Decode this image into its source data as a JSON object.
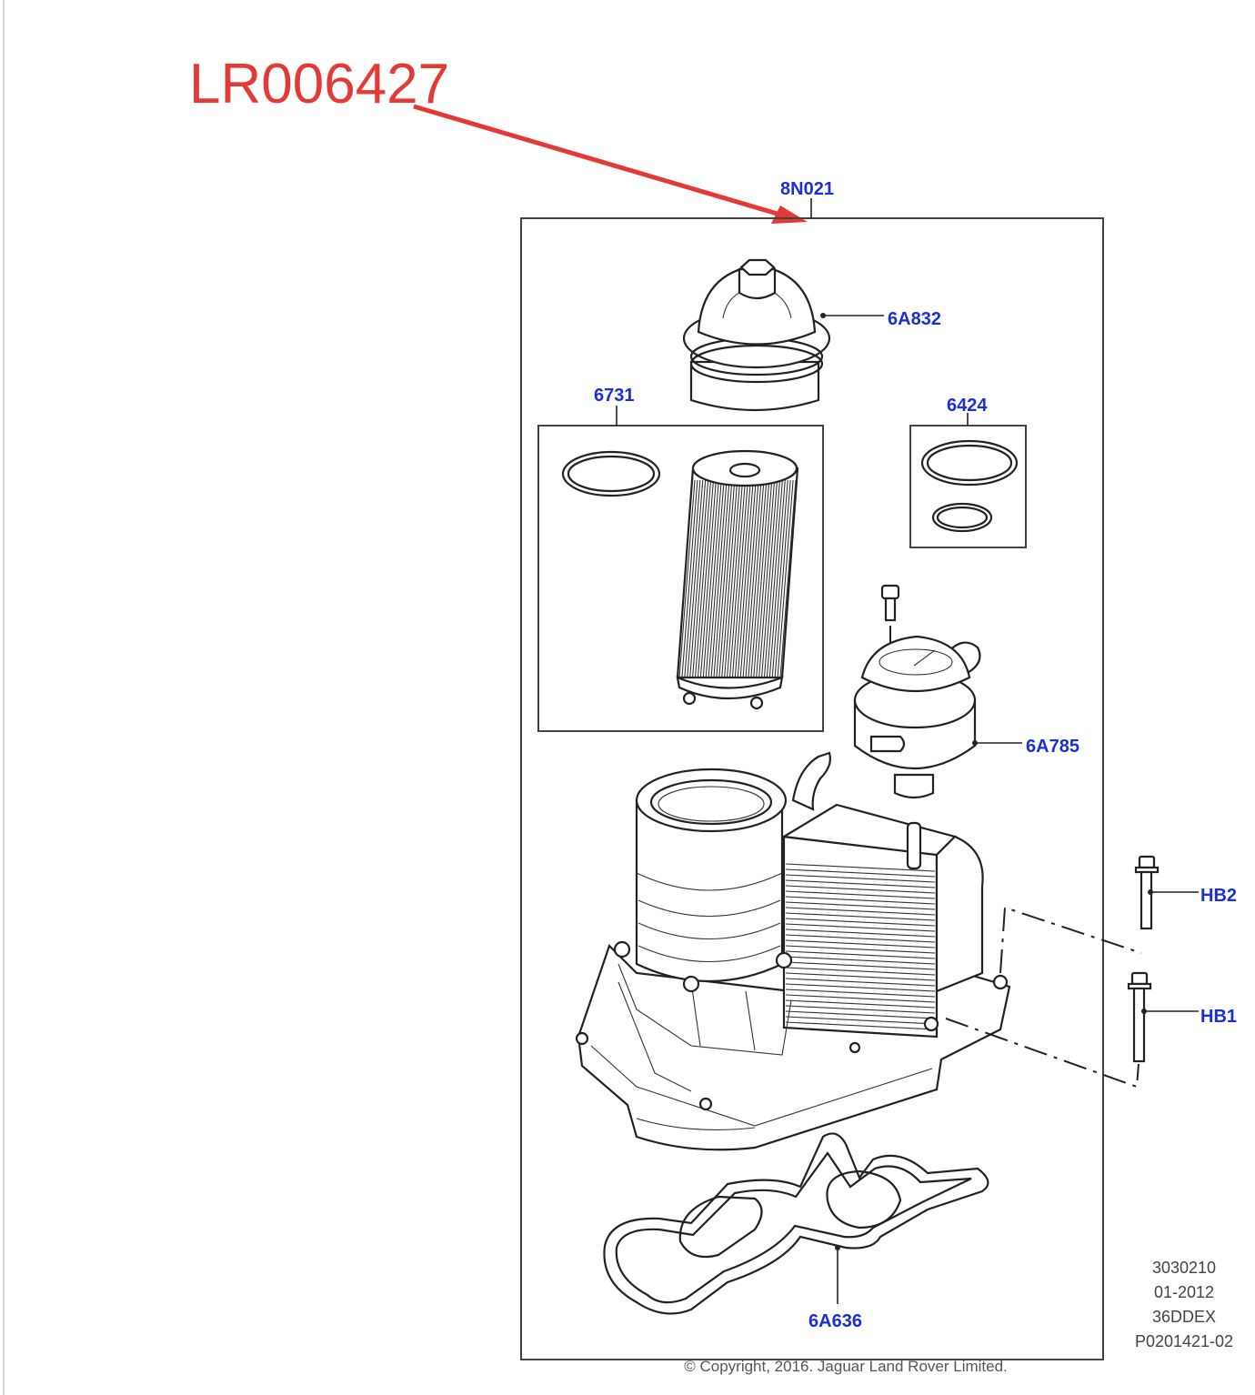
{
  "annotation": {
    "part_number": "LR006427",
    "color": "#e53935"
  },
  "diagram": {
    "label_color": "#1a2fd6",
    "callouts": {
      "assembly": "8N021",
      "filter_cap": "6A832",
      "filter_element_kit": "6731",
      "o_ring_kit": "6424",
      "valve": "6A785",
      "bolt_upper": "HB2",
      "bolt_lower": "HB1",
      "gasket": "6A636"
    }
  },
  "footer": {
    "reference_lines": [
      "3030210",
      "01-2012",
      "36DDEX",
      "P0201421-02"
    ],
    "copyright": "© Copyright, 2016. Jaguar Land Rover Limited."
  }
}
